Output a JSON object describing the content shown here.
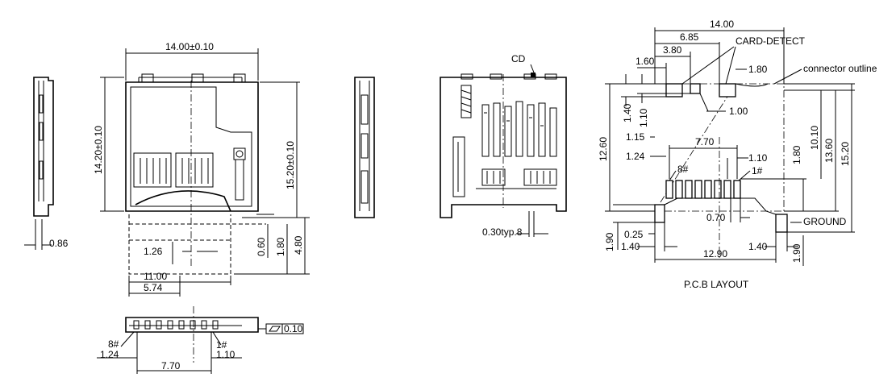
{
  "front_view": {
    "width_dim": "14.00±0.10",
    "height_dim": "14.20±0.10",
    "total_height_dim": "15.20±0.10",
    "eject_dim": "4.80",
    "dim_180": "1.80",
    "dim_060": "0.60",
    "dim_126": "1.26",
    "dim_1100": "11.00",
    "dim_574": "5.74"
  },
  "side_view": {
    "thickness_dim": "0.86"
  },
  "bottom_view": {
    "pin8": "8#",
    "pin1": "1#",
    "dim_124": "1.24",
    "dim_110": "1.10",
    "dim_770": "7.70",
    "flatness": "0.10"
  },
  "contact_view": {
    "cd_label": "CD",
    "pitch_dim": "0.30typ.8"
  },
  "pcb_layout": {
    "caption": "P.C.B LAYOUT",
    "card_detect": "CARD-DETECT",
    "outline_note": "connector outline",
    "ground": "GROUND",
    "pin8": "8#",
    "pin1": "1#",
    "dims": {
      "d1400": "14.00",
      "d685": "6.85",
      "d380": "3.80",
      "d160": "1.60",
      "d180a": "1.80",
      "d100": "1.00",
      "d140v": "1.40",
      "d110v": "1.10",
      "d115": "1.15",
      "d1260": "12.60",
      "d124": "1.24",
      "d770": "7.70",
      "d110h": "1.10",
      "d180b": "1.80",
      "d1010": "10.10",
      "d1360": "13.60",
      "d1520": "15.20",
      "d070": "0.70",
      "d025": "0.25",
      "d190a": "1.90",
      "d140a": "1.40",
      "d140b": "1.40",
      "d1290": "12.90",
      "d190b": "1.90"
    }
  }
}
